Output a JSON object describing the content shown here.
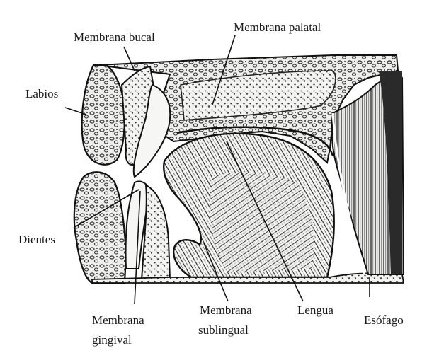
{
  "labels": {
    "membrana_bucal": "Membrana bucal",
    "membrana_palatal": "Membrana palatal",
    "labios": "Labios",
    "dientes": "Dientes",
    "membrana_gingival_1": "Membrana",
    "membrana_gingival_2": "gingival",
    "membrana_sublingual_1": "Membrana",
    "membrana_sublingual_2": "sublingual",
    "lengua": "Lengua",
    "esofago": "Esófago"
  },
  "colors": {
    "ink": "#1a1a1a",
    "paper": "#ffffff",
    "tissue": "#f1f1ef",
    "dark": "#2a2a2a"
  }
}
